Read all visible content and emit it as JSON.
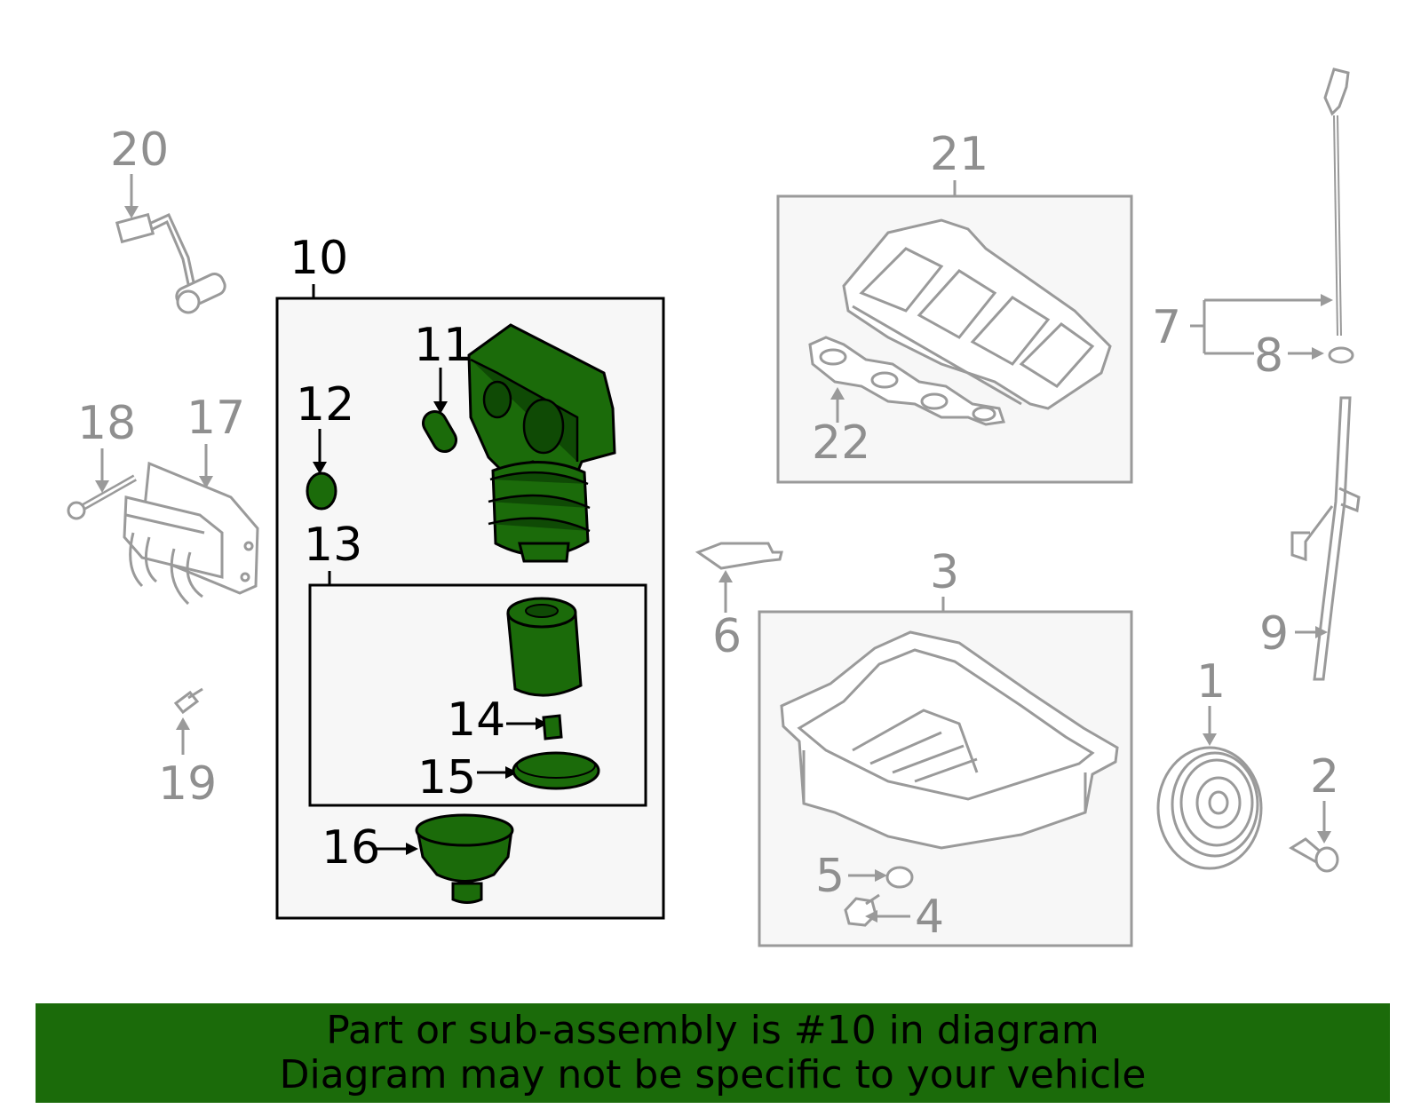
{
  "callouts": {
    "c1": "1",
    "c2": "2",
    "c3": "3",
    "c4": "4",
    "c5": "5",
    "c6": "6",
    "c7": "7",
    "c8": "8",
    "c9": "9",
    "c10": "10",
    "c11": "11",
    "c12": "12",
    "c13": "13",
    "c14": "14",
    "c15": "15",
    "c16": "16",
    "c17": "17",
    "c18": "18",
    "c19": "19",
    "c20": "20",
    "c21": "21",
    "c22": "22"
  },
  "highlighted_part": "10",
  "banner": {
    "line1": "Part or sub-assembly is #10 in diagram",
    "line2": "Diagram may not be specific to your vehicle"
  },
  "colors": {
    "highlight": "#1b6b0a",
    "muted": "#8f8f8f",
    "box_fill": "#f7f7f7"
  }
}
